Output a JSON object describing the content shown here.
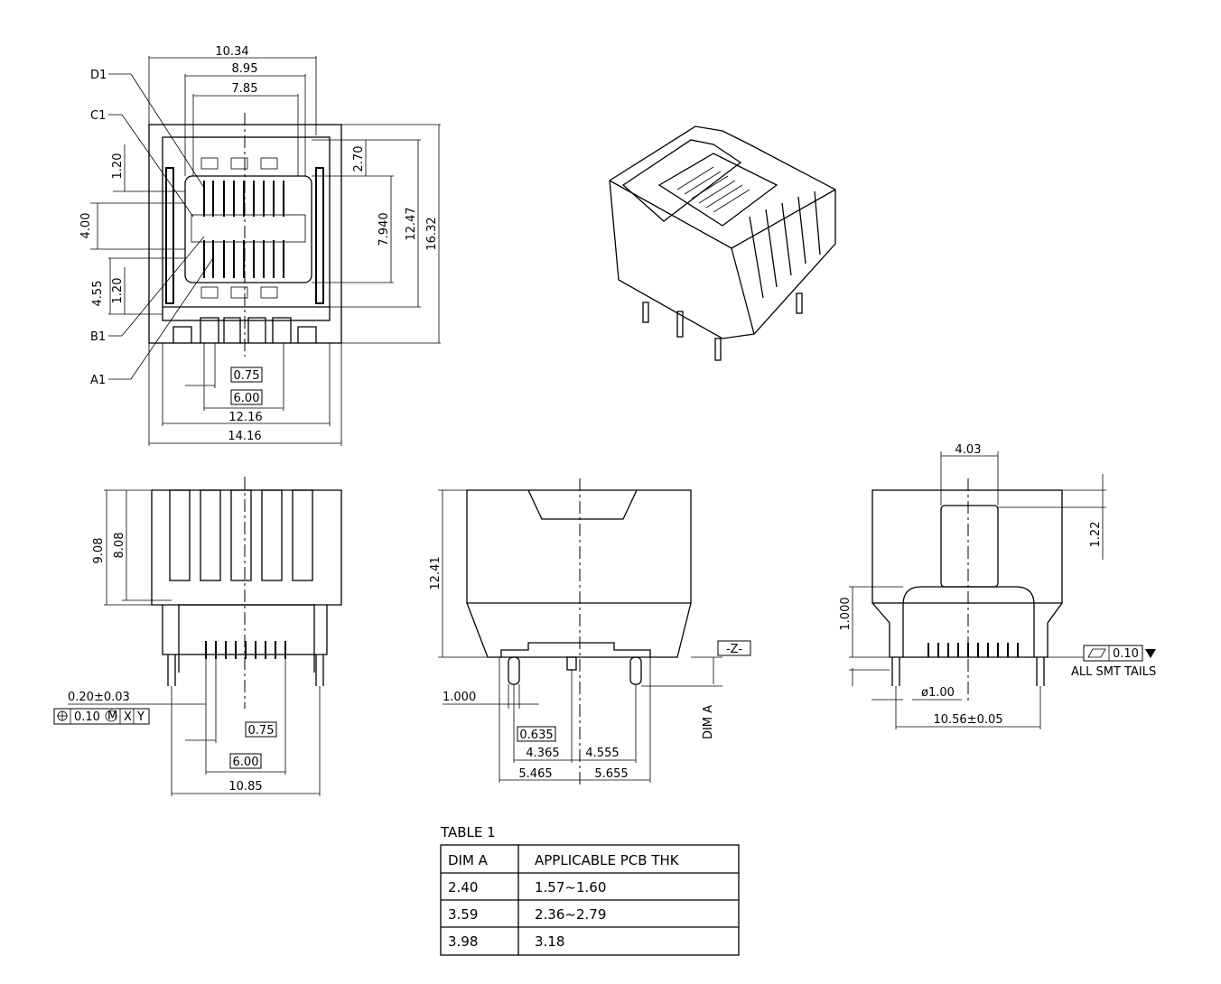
{
  "top_view": {
    "dims": {
      "w_10_34": "10.34",
      "w_8_95": "8.95",
      "w_7_85": "7.85",
      "h_2_70": "2.70",
      "h_7_940": "7.940",
      "h_12_47": "12.47",
      "h_16_32": "16.32",
      "h_1_20_top": "1.20",
      "h_4_00": "4.00",
      "h_4_55": "4.55",
      "h_1_20_bot": "1.20",
      "pitch_0_75": "0.75",
      "span_6_00": "6.00",
      "w_12_16": "12.16",
      "w_14_16": "14.16"
    },
    "callouts": [
      "D1",
      "C1",
      "B1",
      "A1"
    ]
  },
  "front_view": {
    "dims": {
      "h_9_08": "9.08",
      "h_8_08": "8.08",
      "tol_0_20": "0.20±0.03",
      "fcf_pos": "0.10",
      "fcf_m": "M",
      "fcf_x": "X",
      "fcf_y": "Y",
      "pitch_0_75": "0.75",
      "span_6_00": "6.00",
      "w_10_85": "10.85"
    }
  },
  "side_view": {
    "dims": {
      "h_12_41": "12.41",
      "datum_z": "-Z-",
      "w_1_000": "1.000",
      "d_0_635": "0.635",
      "d_4_365": "4.365",
      "d_4_555": "4.555",
      "d_5_465": "5.465",
      "d_5_655": "5.655",
      "dim_a": "DIM A"
    }
  },
  "right_view": {
    "dims": {
      "w_4_03": "4.03",
      "h_1_22": "1.22",
      "h_1_000": "1.000",
      "flatness": "0.10",
      "all_smt": "ALL SMT TAILS",
      "hole_dia": "ø1.00",
      "w_10_56": "10.56±0.05"
    }
  },
  "table": {
    "title": "TABLE 1",
    "headers": [
      "DIM A",
      "APPLICABLE PCB THK"
    ],
    "rows": [
      [
        "2.40",
        "1.57~1.60"
      ],
      [
        "3.59",
        "2.36~2.79"
      ],
      [
        "3.98",
        "3.18"
      ]
    ]
  }
}
